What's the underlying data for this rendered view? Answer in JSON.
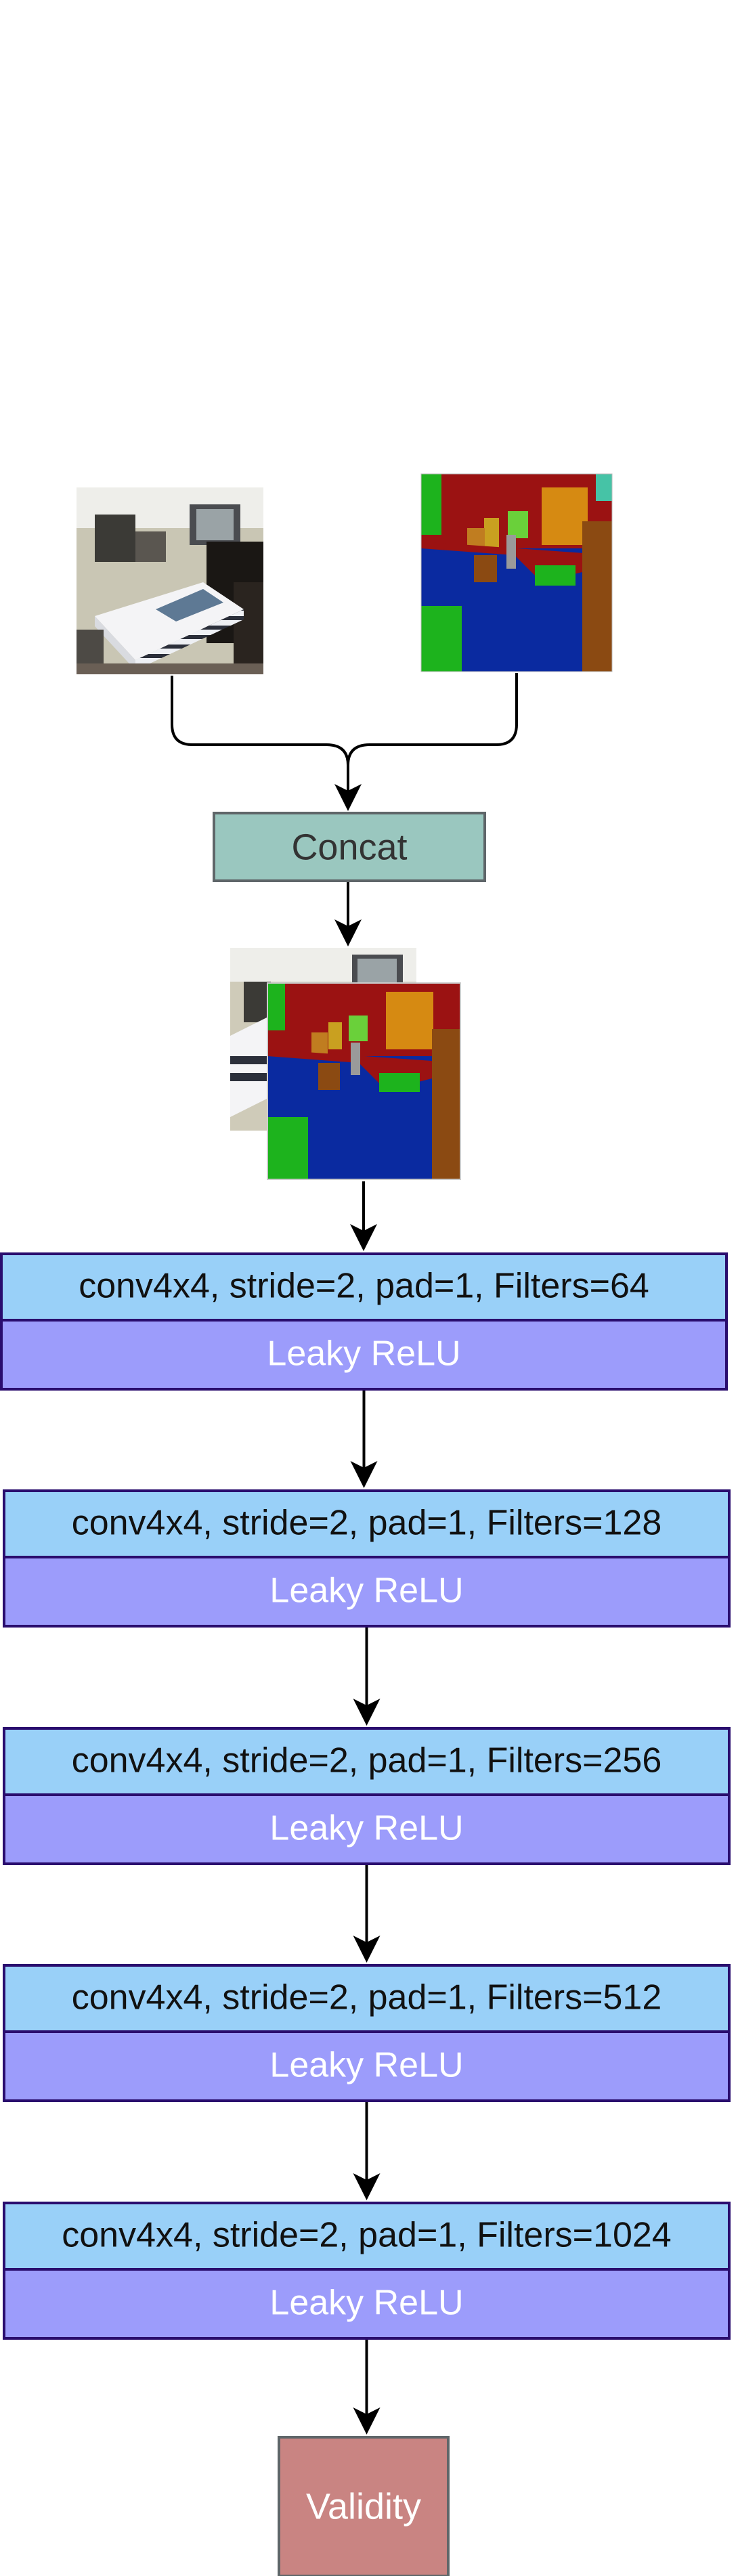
{
  "diagram": {
    "concat": {
      "label": "Concat",
      "fill": "#9ac7bf",
      "stroke": "#5f6669",
      "text_color": "#333333"
    },
    "layers": [
      {
        "conv": "conv4x4, stride=2, pad=1, Filters=64",
        "act": "Leaky ReLU"
      },
      {
        "conv": "conv4x4, stride=2, pad=1, Filters=128",
        "act": "Leaky ReLU"
      },
      {
        "conv": "conv4x4, stride=2, pad=1, Filters=256",
        "act": "Leaky ReLU"
      },
      {
        "conv": "conv4x4, stride=2, pad=1, Filters=512",
        "act": "Leaky ReLU"
      },
      {
        "conv": "conv4x4, stride=2, pad=1, Filters=1024",
        "act": "Leaky ReLU"
      }
    ],
    "output": {
      "label": "Validity",
      "fill": "#c98482",
      "stroke": "#5f6669",
      "text_color": "#ffffff"
    },
    "colors": {
      "conv_fill": "#99d0f8",
      "act_fill": "#9c9cfb",
      "layer_stroke": "#2a0d6e",
      "conv_text": "#111111",
      "act_text": "#ffffff",
      "edge": "#000000",
      "seg_red": "#9b1212",
      "seg_blue": "#0a2aa0",
      "seg_green": "#1db31d",
      "seg_orange": "#d68a12",
      "seg_brown": "#8b4a12"
    }
  }
}
